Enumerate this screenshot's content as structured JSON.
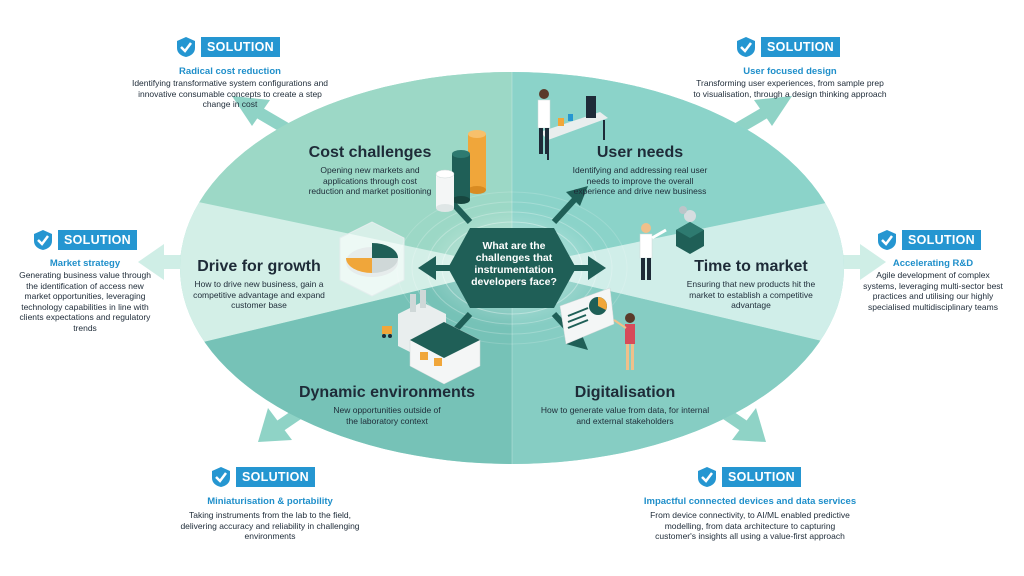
{
  "center_question": "What are the challenges that instrumentation developers face?",
  "sections": {
    "cost": {
      "title": "Cost challenges",
      "desc": "Opening new markets and applications through cost reduction and market positioning"
    },
    "user": {
      "title": "User needs",
      "desc": "Identifying and addressing real user needs to improve the overall experience and drive new business"
    },
    "growth": {
      "title": "Drive for growth",
      "desc": "How to drive new business, gain a competitive advantage and expand customer base"
    },
    "time": {
      "title": "Time to market",
      "desc": "Ensuring that new products hit the market to establish a competitive advantage"
    },
    "dynamic": {
      "title": "Dynamic environments",
      "desc": "New opportunities outside of the laboratory context"
    },
    "digital": {
      "title": "Digitalisation",
      "desc": "How to generate value from data, for internal and external stakeholders"
    }
  },
  "solution_label": "SOLUTION",
  "solutions": {
    "top_left": {
      "title": "Radical cost reduction",
      "desc": "Identifying transformative system configurations and innovative consumable concepts to create a step change in cost"
    },
    "top_right": {
      "title": "User focused design",
      "desc": "Transforming user experiences, from sample prep to visualisation, through a design thinking approach"
    },
    "left": {
      "title": "Market strategy",
      "desc": "Generating business value through the identification of access new market opportunities, leveraging technology capabilities in line with clients expectations and regulatory trends"
    },
    "right": {
      "title": "Accelerating R&D",
      "desc": "Agile development of complex systems, leveraging multi-sector best practices and utilising our highly specialised multidisciplinary teams"
    },
    "bottom_left": {
      "title": "Miniaturisation & portability",
      "desc": "Taking instruments from the lab to the field, delivering accuracy and reliability in challenging environments"
    },
    "bottom_right": {
      "title": "Impactful connected devices and data services",
      "desc": "From device connectivity, to AI/ML enabled predictive modelling, from data architecture to capturing customer's insights all using a value-first approach"
    }
  },
  "colors": {
    "teal_dark": "#1f5f57",
    "teal_mid": "#8fd3c6",
    "teal_light": "#cfeee6",
    "accent_blue": "#2596d1"
  }
}
